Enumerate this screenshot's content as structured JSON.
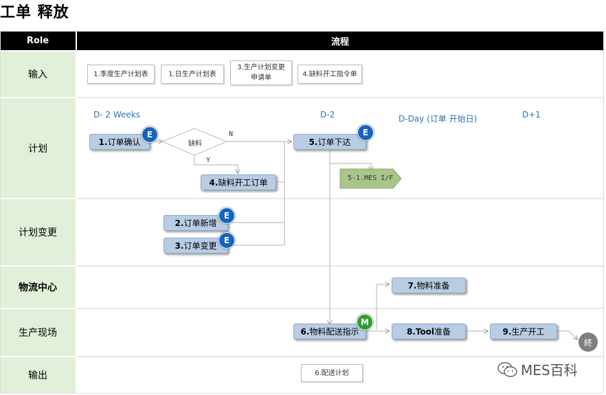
{
  "title": "工单 释放",
  "header": {
    "role": "Role",
    "process": "流程"
  },
  "lanes": [
    "输入",
    "计划",
    "计划变更",
    "物流中心",
    "生产现场",
    "输出"
  ],
  "inputs": {
    "doc1": "1.季度生产计划表",
    "doc2": "1.日生产计划表",
    "doc3a": "3.生产计划变更",
    "doc3b": "申请单",
    "doc4": "4.缺料开工指令单"
  },
  "days": {
    "d1": "D- 2 Weeks",
    "d2": "D-2",
    "d3": "D-Day (订单 开始日)",
    "d4": "D+1"
  },
  "process": {
    "p1": {
      "num": "1.",
      "text": "订单确认"
    },
    "decision": "缺料",
    "n_label": "N",
    "y_label": "Y",
    "p4": {
      "num": "4.",
      "text": "缺料开工订单"
    },
    "p5": {
      "num": "5.",
      "text": "订单下达"
    },
    "p51": "5-1.MES I/F",
    "p2": {
      "num": "2.",
      "text": "订单新增"
    },
    "p3": {
      "num": "3.",
      "text": "订单变更"
    },
    "p7": {
      "num": "7.",
      "text": "物料准备"
    },
    "p6": {
      "num": "6.",
      "text": "物料配送指示"
    },
    "p8": {
      "num": "8.Tool",
      "text": "准备"
    },
    "p9": {
      "num": "9.",
      "text": "生产开工"
    },
    "end": "終"
  },
  "badges": {
    "e": "E",
    "m": "M"
  },
  "output": {
    "doc": "6.配送计划"
  },
  "watermark": "MES百科"
}
